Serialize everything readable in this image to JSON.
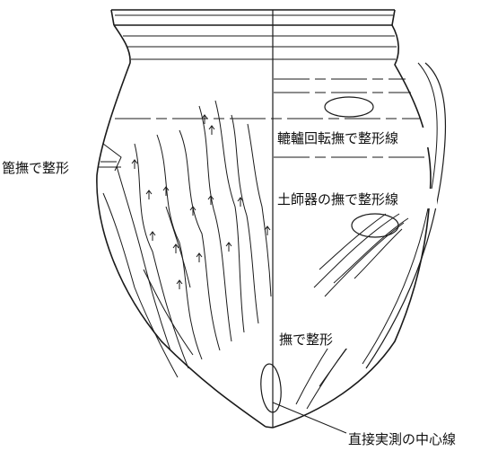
{
  "diagram": {
    "labels": {
      "wheel_smoothing": "轆轤回転撫で整形線",
      "spatula_smoothing": "篦撫で整形",
      "haji_smoothing": "土師器の撫で整形線",
      "smoothing": "撫で整形",
      "center_line": "直接実測の中心線"
    }
  }
}
